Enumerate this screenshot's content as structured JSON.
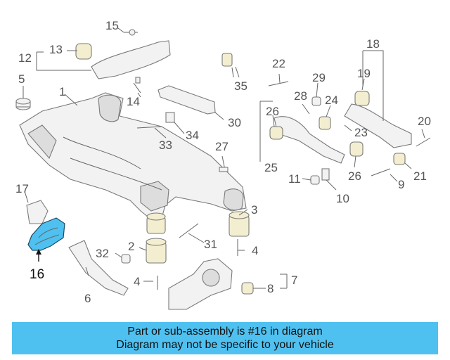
{
  "callouts": {
    "c1": "1",
    "c2": "2",
    "c3": "3",
    "c4a": "4",
    "c4b": "4",
    "c5": "5",
    "c6": "6",
    "c7": "7",
    "c8": "8",
    "c9": "9",
    "c10": "10",
    "c11": "11",
    "c12": "12",
    "c13": "13",
    "c14": "14",
    "c15": "15",
    "c16": "16",
    "c17": "17",
    "c18": "18",
    "c19": "19",
    "c20": "20",
    "c21": "21",
    "c22": "22",
    "c23": "23",
    "c24": "24",
    "c25": "25",
    "c26a": "26",
    "c26b": "26",
    "c27": "27",
    "c28": "28",
    "c29": "29",
    "c30": "30",
    "c31": "31",
    "c32": "32",
    "c33": "33",
    "c34": "34",
    "c35": "35"
  },
  "highlight": {
    "part_number": "16",
    "color": "#4fc1f0"
  },
  "banner": {
    "line1": "Part or sub-assembly is #16 in diagram",
    "line2": "Diagram may not be specific to your vehicle",
    "color": "#4fc1f0"
  }
}
